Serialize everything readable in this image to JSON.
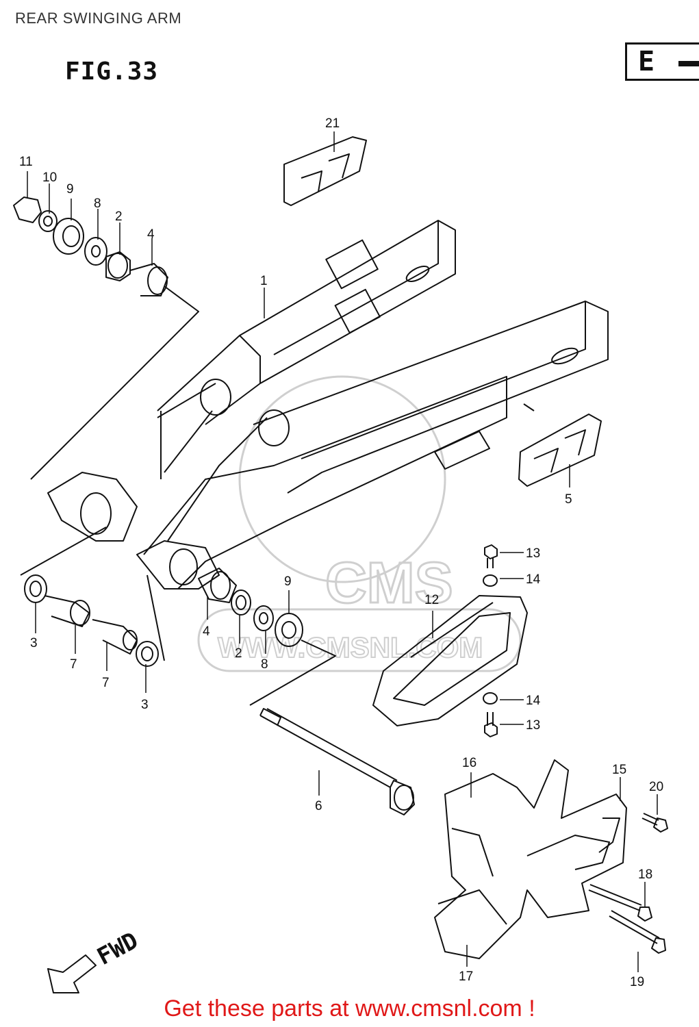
{
  "page": {
    "title": "REAR SWINGING ARM",
    "figure_label": "FIG.33",
    "region_code": "E",
    "footer": "Get these parts at www.cmsnl.com !"
  },
  "watermark": {
    "brand": "CMS",
    "url": "WWW.CMSNL.COM"
  },
  "direction_label": "FWD",
  "callouts": [
    "11",
    "10",
    "9",
    "8",
    "2",
    "4",
    "21",
    "1",
    "5",
    "13",
    "14",
    "12",
    "14",
    "13",
    "3",
    "7",
    "7",
    "3",
    "4",
    "2",
    "8",
    "9",
    "6",
    "16",
    "15",
    "20",
    "18",
    "17",
    "19"
  ],
  "colors": {
    "line": "#111111",
    "footer_text": "#e01818",
    "watermark": "#cfcfcf"
  }
}
